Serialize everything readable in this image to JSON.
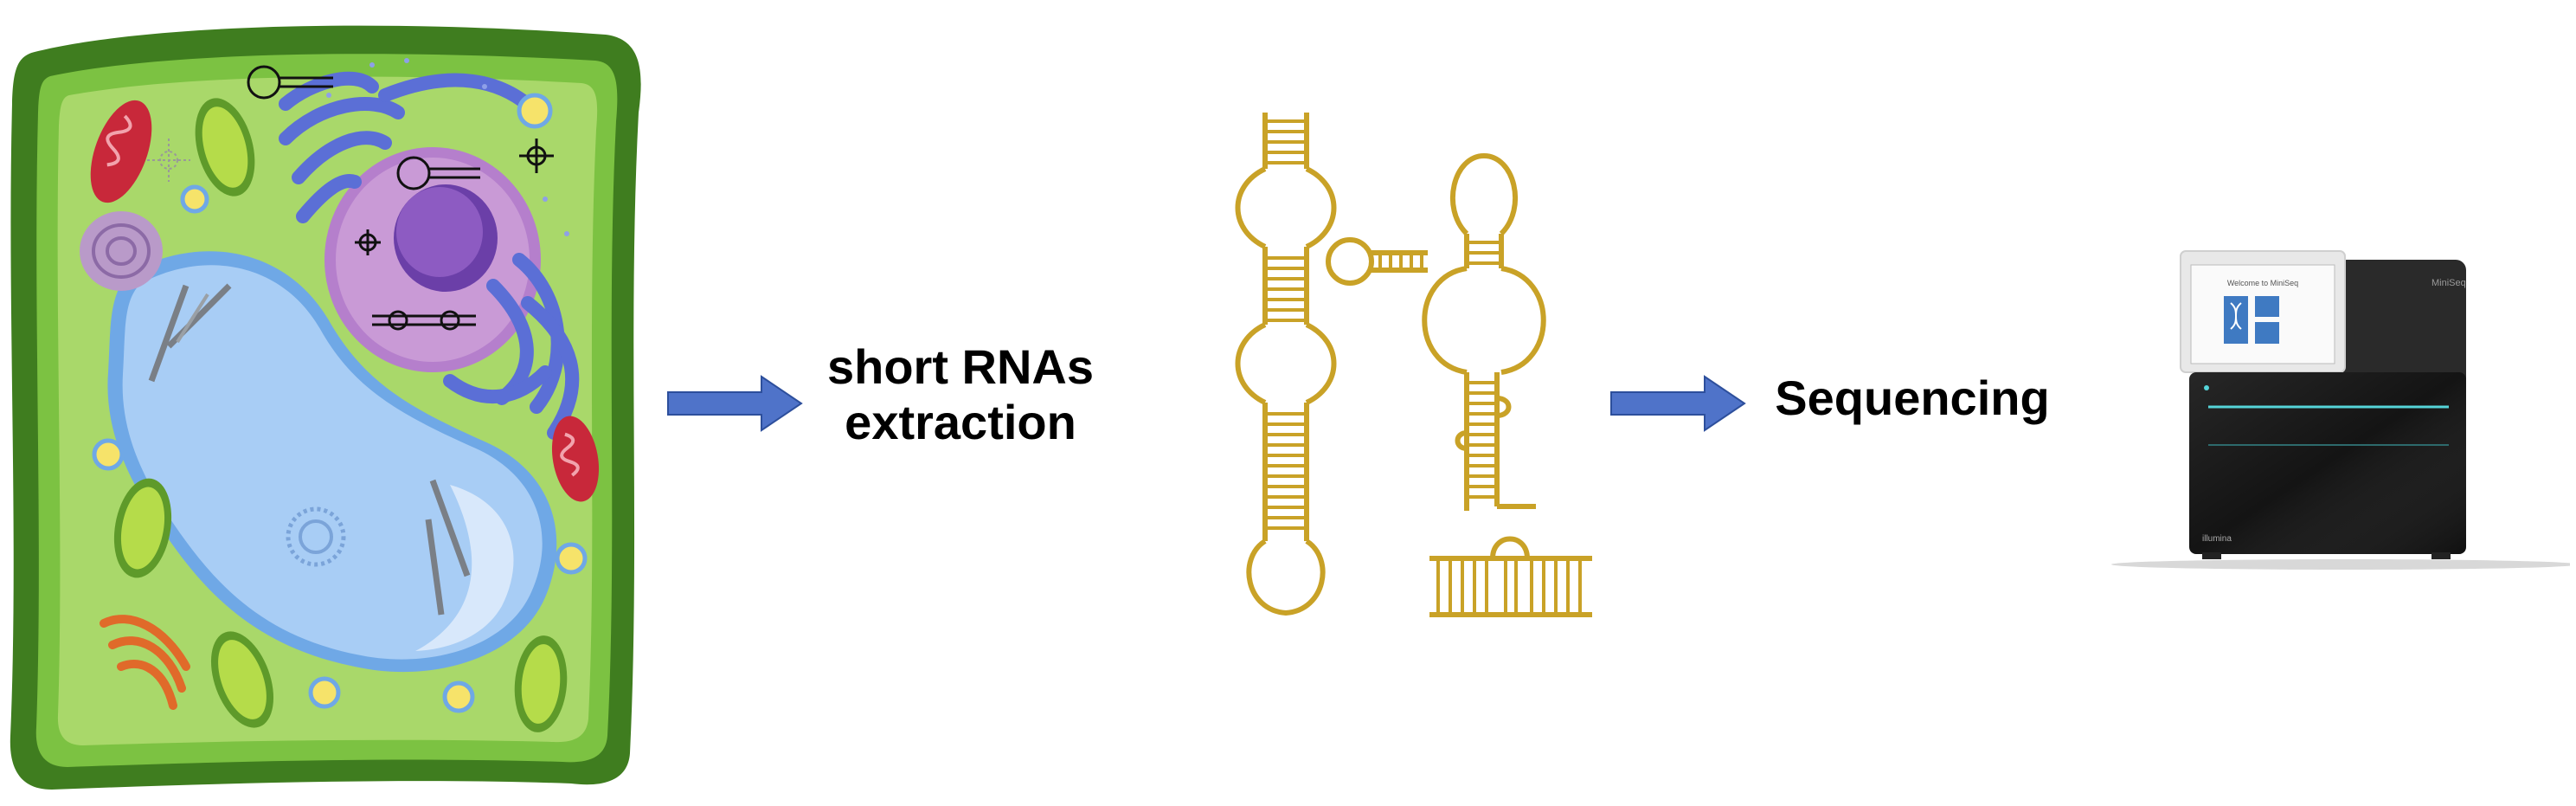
{
  "steps": {
    "extraction_label_line1": "short RNAs",
    "extraction_label_line2": "extraction",
    "sequencing_label": "Sequencing"
  },
  "sequencer": {
    "brand_text": "illumina",
    "model_text": "MiniSeq",
    "screen_title": "Welcome to MiniSeq"
  },
  "colors": {
    "arrow": "#4f73c9",
    "rna": "#c9a227",
    "cell_wall_dark": "#3f7d1f",
    "cell_wall_light": "#7cc242",
    "cytoplasm": "#a9d86a",
    "vacuole": "#a8cdf5",
    "nucleus": "#c99ad6",
    "nucleolus": "#8d5bc2",
    "er": "#5b6fd6",
    "chloroplast": "#8bc53f",
    "mitochondria": "#c8283a",
    "golgi": "#e06a2a",
    "sequencer_body": "#1c1c1c",
    "sequencer_accent": "#55d4d8"
  }
}
